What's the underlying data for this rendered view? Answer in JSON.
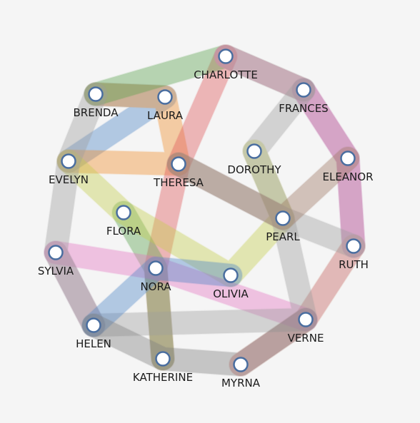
{
  "colors": {
    "background": "#f5f5f5",
    "node_fill": "#ffffff",
    "node_stroke": "#4a6ea0"
  },
  "nodes": [
    {
      "id": "charlotte",
      "label": "CHARLOTTE"
    },
    {
      "id": "frances",
      "label": "FRANCES"
    },
    {
      "id": "brenda",
      "label": "BRENDA"
    },
    {
      "id": "laura",
      "label": "LAURA"
    },
    {
      "id": "eleanor",
      "label": "ELEANOR"
    },
    {
      "id": "dorothy",
      "label": "DOROTHY"
    },
    {
      "id": "evelyn",
      "label": "EVELYN"
    },
    {
      "id": "theresa",
      "label": "THERESA"
    },
    {
      "id": "flora",
      "label": "FLORA"
    },
    {
      "id": "pearl",
      "label": "PEARL"
    },
    {
      "id": "ruth",
      "label": "RUTH"
    },
    {
      "id": "sylvia",
      "label": "SYLVIA"
    },
    {
      "id": "nora",
      "label": "NORA"
    },
    {
      "id": "olivia",
      "label": "OLIVIA"
    },
    {
      "id": "verne",
      "label": "VERNE"
    },
    {
      "id": "helen",
      "label": "HELEN"
    },
    {
      "id": "katherine",
      "label": "KATHERINE"
    },
    {
      "id": "myrna",
      "label": "MYRNA"
    }
  ],
  "groups": [
    {
      "color": "#4f86c6",
      "members": [
        "brenda",
        "laura",
        "evelyn"
      ]
    },
    {
      "color": "#f28e2b",
      "members": [
        "evelyn",
        "theresa",
        "laura",
        "brenda"
      ]
    },
    {
      "color": "#e15759",
      "members": [
        "charlotte",
        "theresa",
        "nora",
        "katherine"
      ]
    },
    {
      "color": "#59a14f",
      "members": [
        "brenda",
        "charlotte",
        "frances"
      ]
    },
    {
      "color": "#59a14f",
      "members": [
        "flora",
        "nora",
        "katherine"
      ]
    },
    {
      "color": "#c5cc4e",
      "members": [
        "evelyn",
        "flora",
        "olivia",
        "pearl",
        "dorothy"
      ]
    },
    {
      "color": "#c5cc4e",
      "members": [
        "ruth",
        "verne",
        "myrna"
      ]
    },
    {
      "color": "#e377c2",
      "members": [
        "charlotte",
        "frances",
        "eleanor",
        "ruth",
        "verne",
        "myrna"
      ]
    },
    {
      "color": "#e377c2",
      "members": [
        "sylvia",
        "nora",
        "verne"
      ]
    },
    {
      "color": "#b07aa1",
      "members": [
        "frances",
        "eleanor",
        "ruth"
      ]
    },
    {
      "color": "#b07aa1",
      "members": [
        "sylvia",
        "helen"
      ]
    },
    {
      "color": "#a0a0a0",
      "members": [
        "brenda",
        "evelyn",
        "sylvia",
        "helen"
      ]
    },
    {
      "color": "#a0a0a0",
      "members": [
        "frances",
        "dorothy",
        "pearl",
        "verne",
        "helen"
      ]
    },
    {
      "color": "#a0a0a0",
      "members": [
        "theresa",
        "pearl",
        "ruth"
      ]
    },
    {
      "color": "#4f86c6",
      "members": [
        "helen",
        "nora",
        "olivia"
      ]
    },
    {
      "color": "#9c755f",
      "members": [
        "theresa",
        "pearl",
        "eleanor"
      ]
    },
    {
      "color": "#7f7f7f",
      "members": [
        "helen",
        "katherine",
        "myrna",
        "verne"
      ]
    }
  ]
}
